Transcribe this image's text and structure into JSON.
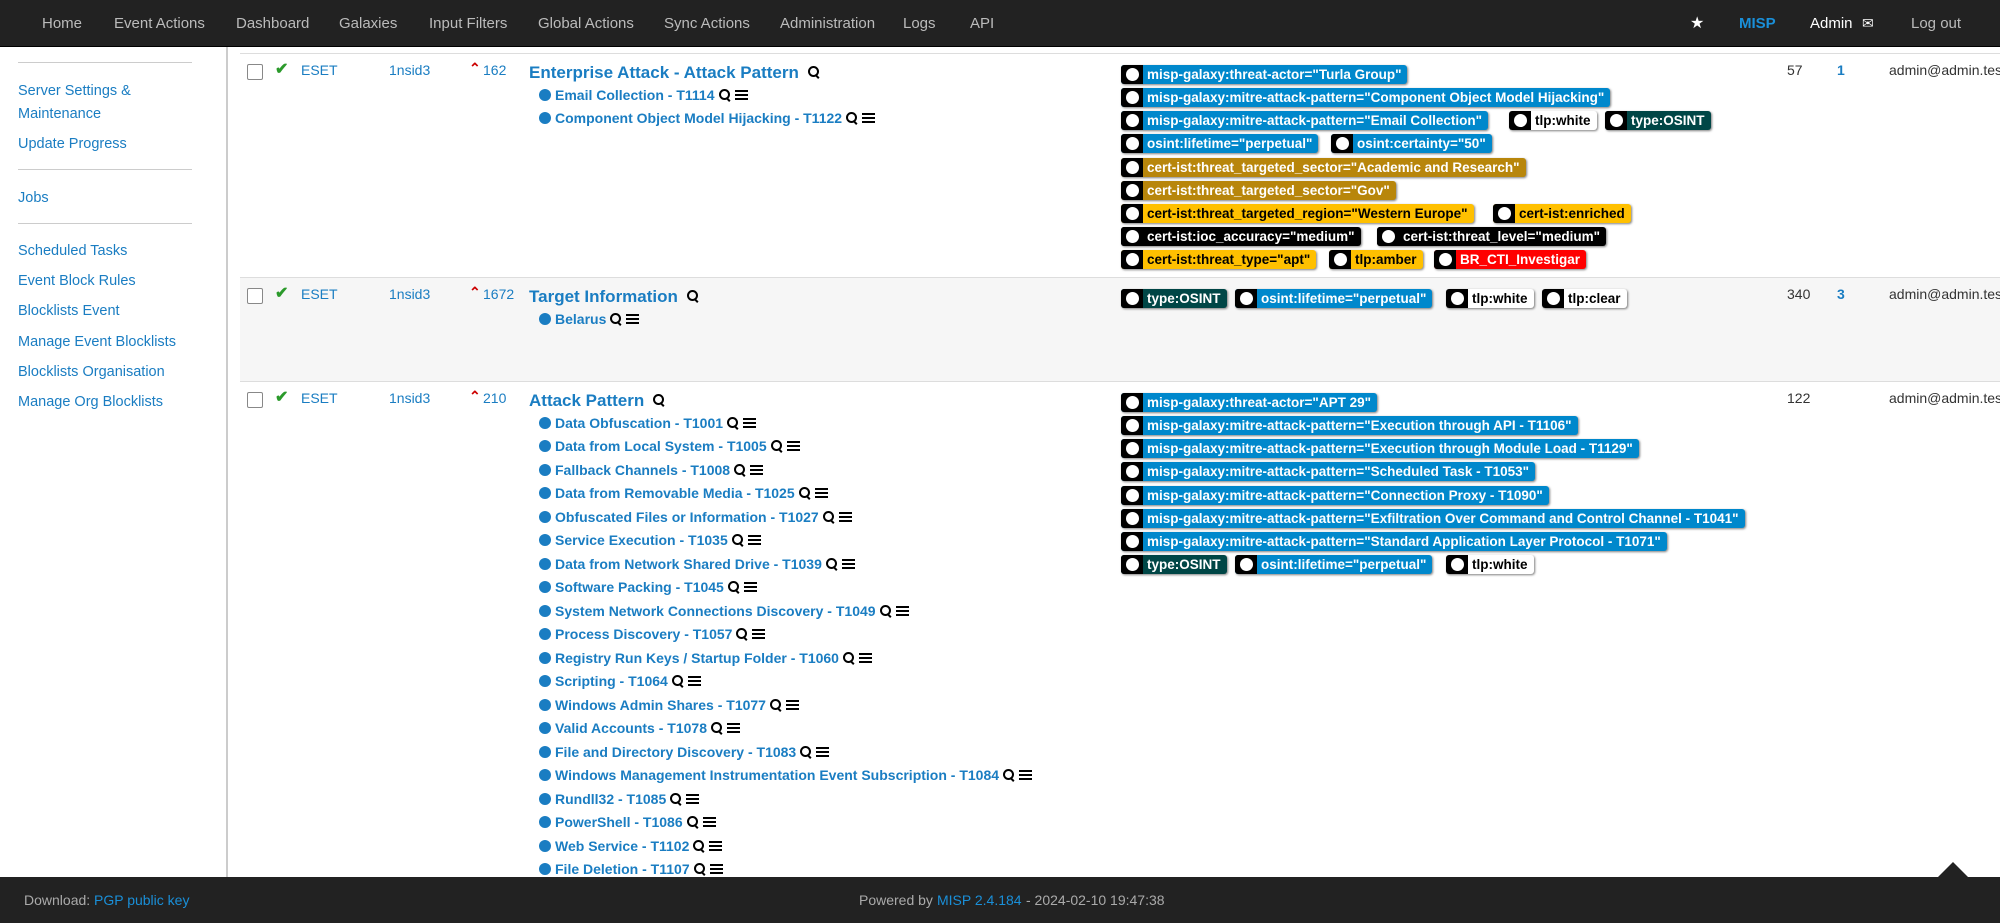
{
  "nav": {
    "items": [
      "Home",
      "Event Actions",
      "Dashboard",
      "Galaxies",
      "Input Filters",
      "Global Actions",
      "Sync Actions",
      "Administration",
      "Logs",
      "API"
    ],
    "brand": "MISP",
    "user": "Admin",
    "logout": "Log out"
  },
  "sidebar": {
    "links": [
      "Server Settings &",
      "Maintenance",
      "Update Progress",
      "Jobs",
      "Scheduled Tasks",
      "Event Block Rules",
      "Blocklists Event",
      "Manage Event Blocklists",
      "Blocklists Organisation",
      "Manage Org Blocklists"
    ]
  },
  "rows": [
    {
      "org": "ESET",
      "creator": "1nsid3",
      "threat": "162",
      "title": "Enterprise Attack - Attack Pattern",
      "items": [
        "Email Collection - T1114",
        "Component Object Model Hijacking - T1122"
      ],
      "tags": [
        [
          "misp-galaxy:threat-actor=\"Turla Group\""
        ],
        [
          "misp-galaxy:mitre-attack-pattern=\"Component Object Model Hijacking\""
        ],
        [
          "misp-galaxy:mitre-attack-pattern=\"Email Collection\"",
          "tlp:white",
          "type:OSINT"
        ],
        [
          "osint:lifetime=\"perpetual\"",
          "osint:certainty=\"50\""
        ],
        [
          "cert-ist:threat_targeted_sector=\"Academic and Research\""
        ],
        [
          "cert-ist:threat_targeted_sector=\"Gov\""
        ],
        [
          "cert-ist:threat_targeted_region=\"Western Europe\"",
          "cert-ist:enriched"
        ],
        [
          "cert-ist:ioc_accuracy=\"medium\"",
          "cert-ist:threat_level=\"medium\""
        ],
        [
          "cert-ist:threat_type=\"apt\"",
          "tlp:amber",
          "BR_CTI_Investigar"
        ]
      ],
      "count": "57",
      "clusters": "1",
      "email": "admin@admin.tes"
    },
    {
      "org": "ESET",
      "creator": "1nsid3",
      "threat": "1672",
      "title": "Target Information",
      "items": [
        "Belarus"
      ],
      "tags": [
        [
          "type:OSINT",
          "osint:lifetime=\"perpetual\"",
          "tlp:white",
          "tlp:clear"
        ]
      ],
      "count": "340",
      "clusters": "3",
      "email": "admin@admin.tes"
    },
    {
      "org": "ESET",
      "creator": "1nsid3",
      "threat": "210",
      "title": "Attack Pattern",
      "items": [
        "Data Obfuscation - T1001",
        "Data from Local System - T1005",
        "Fallback Channels - T1008",
        "Data from Removable Media - T1025",
        "Obfuscated Files or Information - T1027",
        "Service Execution - T1035",
        "Data from Network Shared Drive - T1039",
        "Software Packing - T1045",
        "System Network Connections Discovery - T1049",
        "Process Discovery - T1057",
        "Registry Run Keys / Startup Folder - T1060",
        "Scripting - T1064",
        "Windows Admin Shares - T1077",
        "Valid Accounts - T1078",
        "File and Directory Discovery - T1083",
        "Windows Management Instrumentation Event Subscription - T1084",
        "Rundll32 - T1085",
        "PowerShell - T1086",
        "Web Service - T1102",
        "File Deletion - T1107"
      ],
      "tags": [
        [
          "misp-galaxy:threat-actor=\"APT 29\""
        ],
        [
          "misp-galaxy:mitre-attack-pattern=\"Execution through API - T1106\""
        ],
        [
          "misp-galaxy:mitre-attack-pattern=\"Execution through Module Load - T1129\""
        ],
        [
          "misp-galaxy:mitre-attack-pattern=\"Scheduled Task - T1053\""
        ],
        [
          "misp-galaxy:mitre-attack-pattern=\"Connection Proxy - T1090\""
        ],
        [
          "misp-galaxy:mitre-attack-pattern=\"Exfiltration Over Command and Control Channel - T1041\""
        ],
        [
          "misp-galaxy:mitre-attack-pattern=\"Standard Application Layer Protocol - T1071\""
        ],
        [
          "type:OSINT",
          "osint:lifetime=\"perpetual\"",
          "tlp:white"
        ]
      ],
      "count": "122",
      "clusters": "",
      "email": "admin@admin.tes"
    }
  ],
  "footer": {
    "download_label": "Download:",
    "download_link": "PGP public key",
    "powered_label": "Powered by",
    "version_link": "MISP 2.4.184",
    "timestamp": "- 2024-02-10 19:47:38"
  },
  "colors": {
    "blue": "#0088cc",
    "dark_teal": "#004646",
    "gold": "#b8860b",
    "amber": "#ffc000",
    "white_tag": "#ffffff",
    "red": "#ff0000",
    "black_tag": "#000000"
  }
}
